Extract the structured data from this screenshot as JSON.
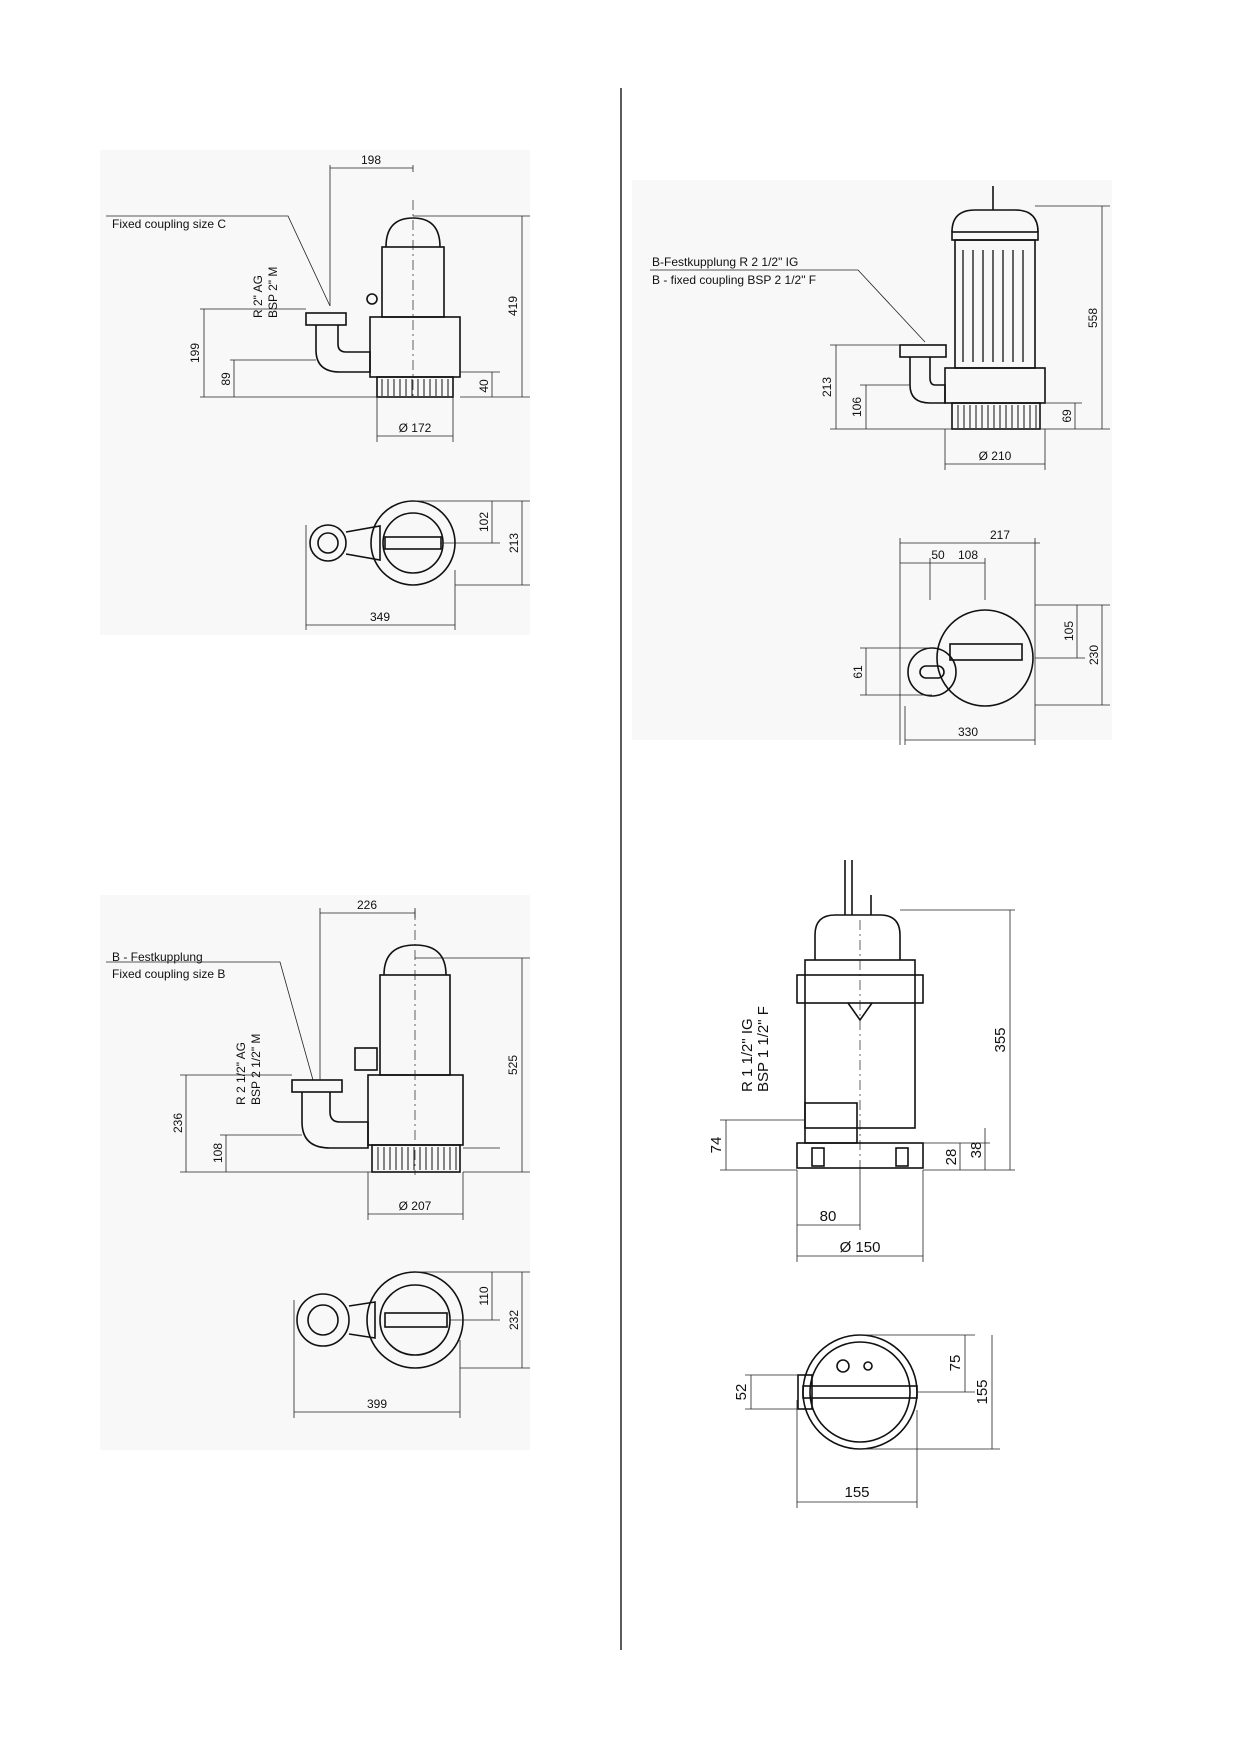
{
  "drawings": {
    "top_left": {
      "label": "Fixed coupling size C",
      "thread_1": "R 2\" AG",
      "thread_2": "BSP 2\" M",
      "dims": {
        "width_offset": "198",
        "height": "419",
        "coupling_h": "199",
        "outlet_h": "89",
        "base_h": "40",
        "diameter": "Ø 172",
        "plan_half": "102",
        "plan_depth": "213",
        "plan_width": "349"
      }
    },
    "top_right": {
      "label_1": "B-Festkupplung R 2 1/2\" IG",
      "label_2": "B - fixed coupling BSP 2 1/2\" F",
      "dims": {
        "height": "558",
        "coupling_h": "213",
        "outlet_h": "106",
        "base_h": "69",
        "diameter": "Ø 210",
        "plan_total": "217",
        "plan_a": "50",
        "plan_b": "108",
        "plan_half": "105",
        "plan_depth": "230",
        "plan_outlet": "61",
        "plan_width": "330"
      }
    },
    "bottom_left": {
      "label_1": "B - Festkupplung",
      "label_2": "Fixed coupling size B",
      "thread_1": "R 2 1/2\" AG",
      "thread_2": "BSP 2 1/2\" M",
      "dims": {
        "width_offset": "226",
        "height": "525",
        "coupling_h": "236",
        "outlet_h": "108",
        "diameter": "Ø 207",
        "plan_half": "110",
        "plan_depth": "232",
        "plan_width": "399"
      }
    },
    "bottom_right": {
      "thread_1": "R 1 1/2\" IG",
      "thread_2": "BSP 1 1/2\" F",
      "dims": {
        "height": "355",
        "outlet_h": "74",
        "base_a": "28",
        "base_b": "38",
        "offset": "80",
        "diameter": "Ø 150",
        "plan_half": "75",
        "plan_depth": "155",
        "plan_outlet": "52",
        "plan_width": "155"
      }
    }
  }
}
